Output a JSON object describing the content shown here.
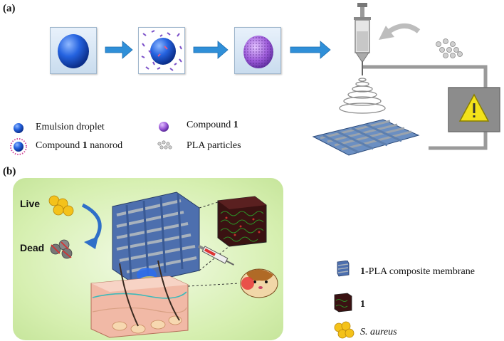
{
  "panel_a": {
    "label": "(a)",
    "legend": {
      "emulsion_droplet": "Emulsion droplet",
      "compound1_nanorod_prefix": "Compound ",
      "compound1_nanorod_num": "1",
      "compound1_nanorod_suffix": " nanorod",
      "compound1_prefix": "Compound ",
      "compound1_num": "1",
      "pla_particles": "PLA particles"
    }
  },
  "panel_b": {
    "label": "(b)",
    "live": "Live",
    "dead": "Dead",
    "legend": {
      "membrane_num": "1",
      "membrane_text": "-PLA composite membrane",
      "compound_num": "1",
      "saureus": "S. aureus"
    }
  },
  "colors": {
    "arrow_blue": "#2f8fd8",
    "droplet_blue": "#1f5fd6",
    "compound_purple": "#9b59d0",
    "panel_b_bg": "#d9f0b4",
    "circuit_gray": "#9a9a9a",
    "warning_yellow": "#f3e21a"
  }
}
